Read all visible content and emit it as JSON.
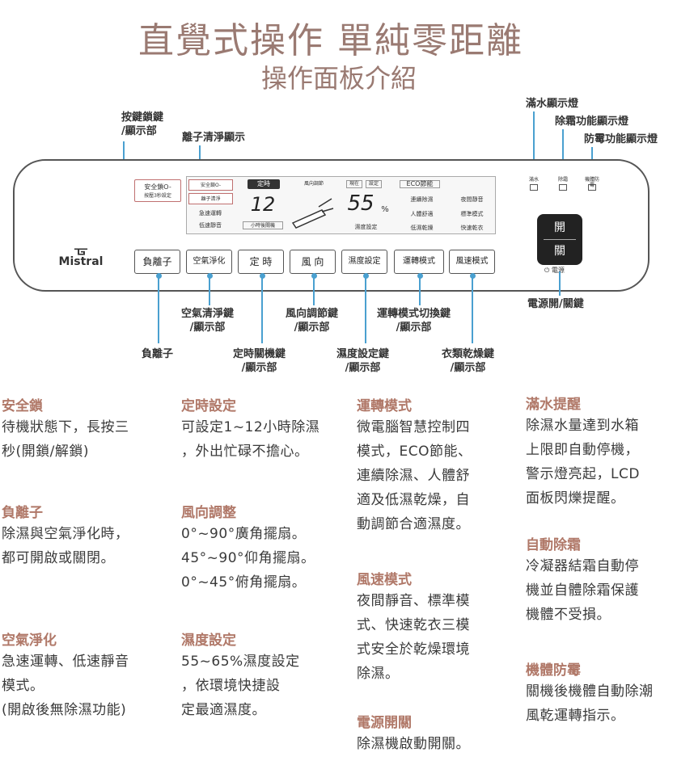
{
  "title": {
    "main": "直覺式操作 單純零距離",
    "sub": "操作面板介紹"
  },
  "callouts": {
    "key_lock": "按鍵鎖鍵\n/顯示部",
    "ion_display": "離子清淨顯示",
    "full_water_light": "滿水顯示燈",
    "defrost_light": "除霜功能顯示燈",
    "mold_light": "防霉功能顯示燈",
    "power_btn": "電源開/關鍵",
    "air_clean": "空氣清淨鍵\n/顯示部",
    "wind_dir": "風向調節鍵\n/顯示部",
    "mode_switch": "運轉模式切換鍵\n/顯示部",
    "neg_ion": "負離子",
    "timer": "定時關機鍵\n/顯示部",
    "humidity": "濕度設定鍵\n/顯示部",
    "clothes_dry": "衣類乾燥鍵\n/顯示部"
  },
  "panel": {
    "brand": "Mistral",
    "lock_label": "安全鎖O-",
    "lock_hint": "按壓3秒設定",
    "ion_box": [
      "安全鎖O-",
      "離子清淨",
      "急速運轉",
      "低速靜音"
    ],
    "timer_tag": "定時",
    "timer_value": "12",
    "timer_unit": "小時後關機",
    "wind_tag": "風向調節",
    "hum_tags": [
      "現在",
      "設定"
    ],
    "hum_value": "55",
    "hum_unit": "%",
    "hum_sub": "濕度設定",
    "eco_tag": "ECO節能",
    "mode_items": [
      "連續除濕",
      "人體舒適",
      "低濕乾燥"
    ],
    "speed_items": [
      "夜間靜音",
      "標準模式",
      "快速乾衣"
    ],
    "buttons": [
      "負離子",
      "空氣淨化",
      "定 時",
      "風 向",
      "濕度設定",
      "運轉模式",
      "風速模式"
    ],
    "ind_labels": [
      "滿水",
      "除霜",
      "機體防霉"
    ],
    "power_on": "開",
    "power_off": "關",
    "power_caption": "電源"
  },
  "sections": [
    {
      "title": "安全鎖",
      "body": "待機狀態下，長按三\n秒(開鎖/解鎖)"
    },
    {
      "title": "負離子",
      "body": "除濕與空氣淨化時，\n都可開啟或關閉。"
    },
    {
      "title": "空氣淨化",
      "body": "急速運轉、低速靜音\n模式。\n(開啟後無除濕功能)"
    },
    {
      "title": "定時設定",
      "body": "可設定1~12小時除濕\n，外出忙碌不擔心。"
    },
    {
      "title": "風向調整",
      "body": "0°~90°廣角擺扇。\n45°~90°仰角擺扇。\n0°~45°俯角擺扇。"
    },
    {
      "title": "濕度設定",
      "body": "55~65%濕度設定\n，依環境快捷設\n定最適濕度。"
    },
    {
      "title": "運轉模式",
      "body": "微電腦智慧控制四\n模式，ECO節能、\n連續除濕、人體舒\n適及低濕乾燥，自\n動調節合適濕度。"
    },
    {
      "title": "風速模式",
      "body": "夜間靜音、標準模\n式、快速乾衣三模\n式安全於乾燥環境\n除濕。"
    },
    {
      "title": "電源開關",
      "body": "除濕機啟動開關。"
    },
    {
      "title": "滿水提醒",
      "body": "除濕水量達到水箱\n上限即自動停機，\n警示燈亮起，LCD\n面板閃爍提醒。"
    },
    {
      "title": "自動除霜",
      "body": "冷凝器結霜自動停\n機並自體除霜保護\n機體不受損。"
    },
    {
      "title": "機體防霉",
      "body": "關機後機體自動除潮\n風乾運轉指示。"
    }
  ]
}
